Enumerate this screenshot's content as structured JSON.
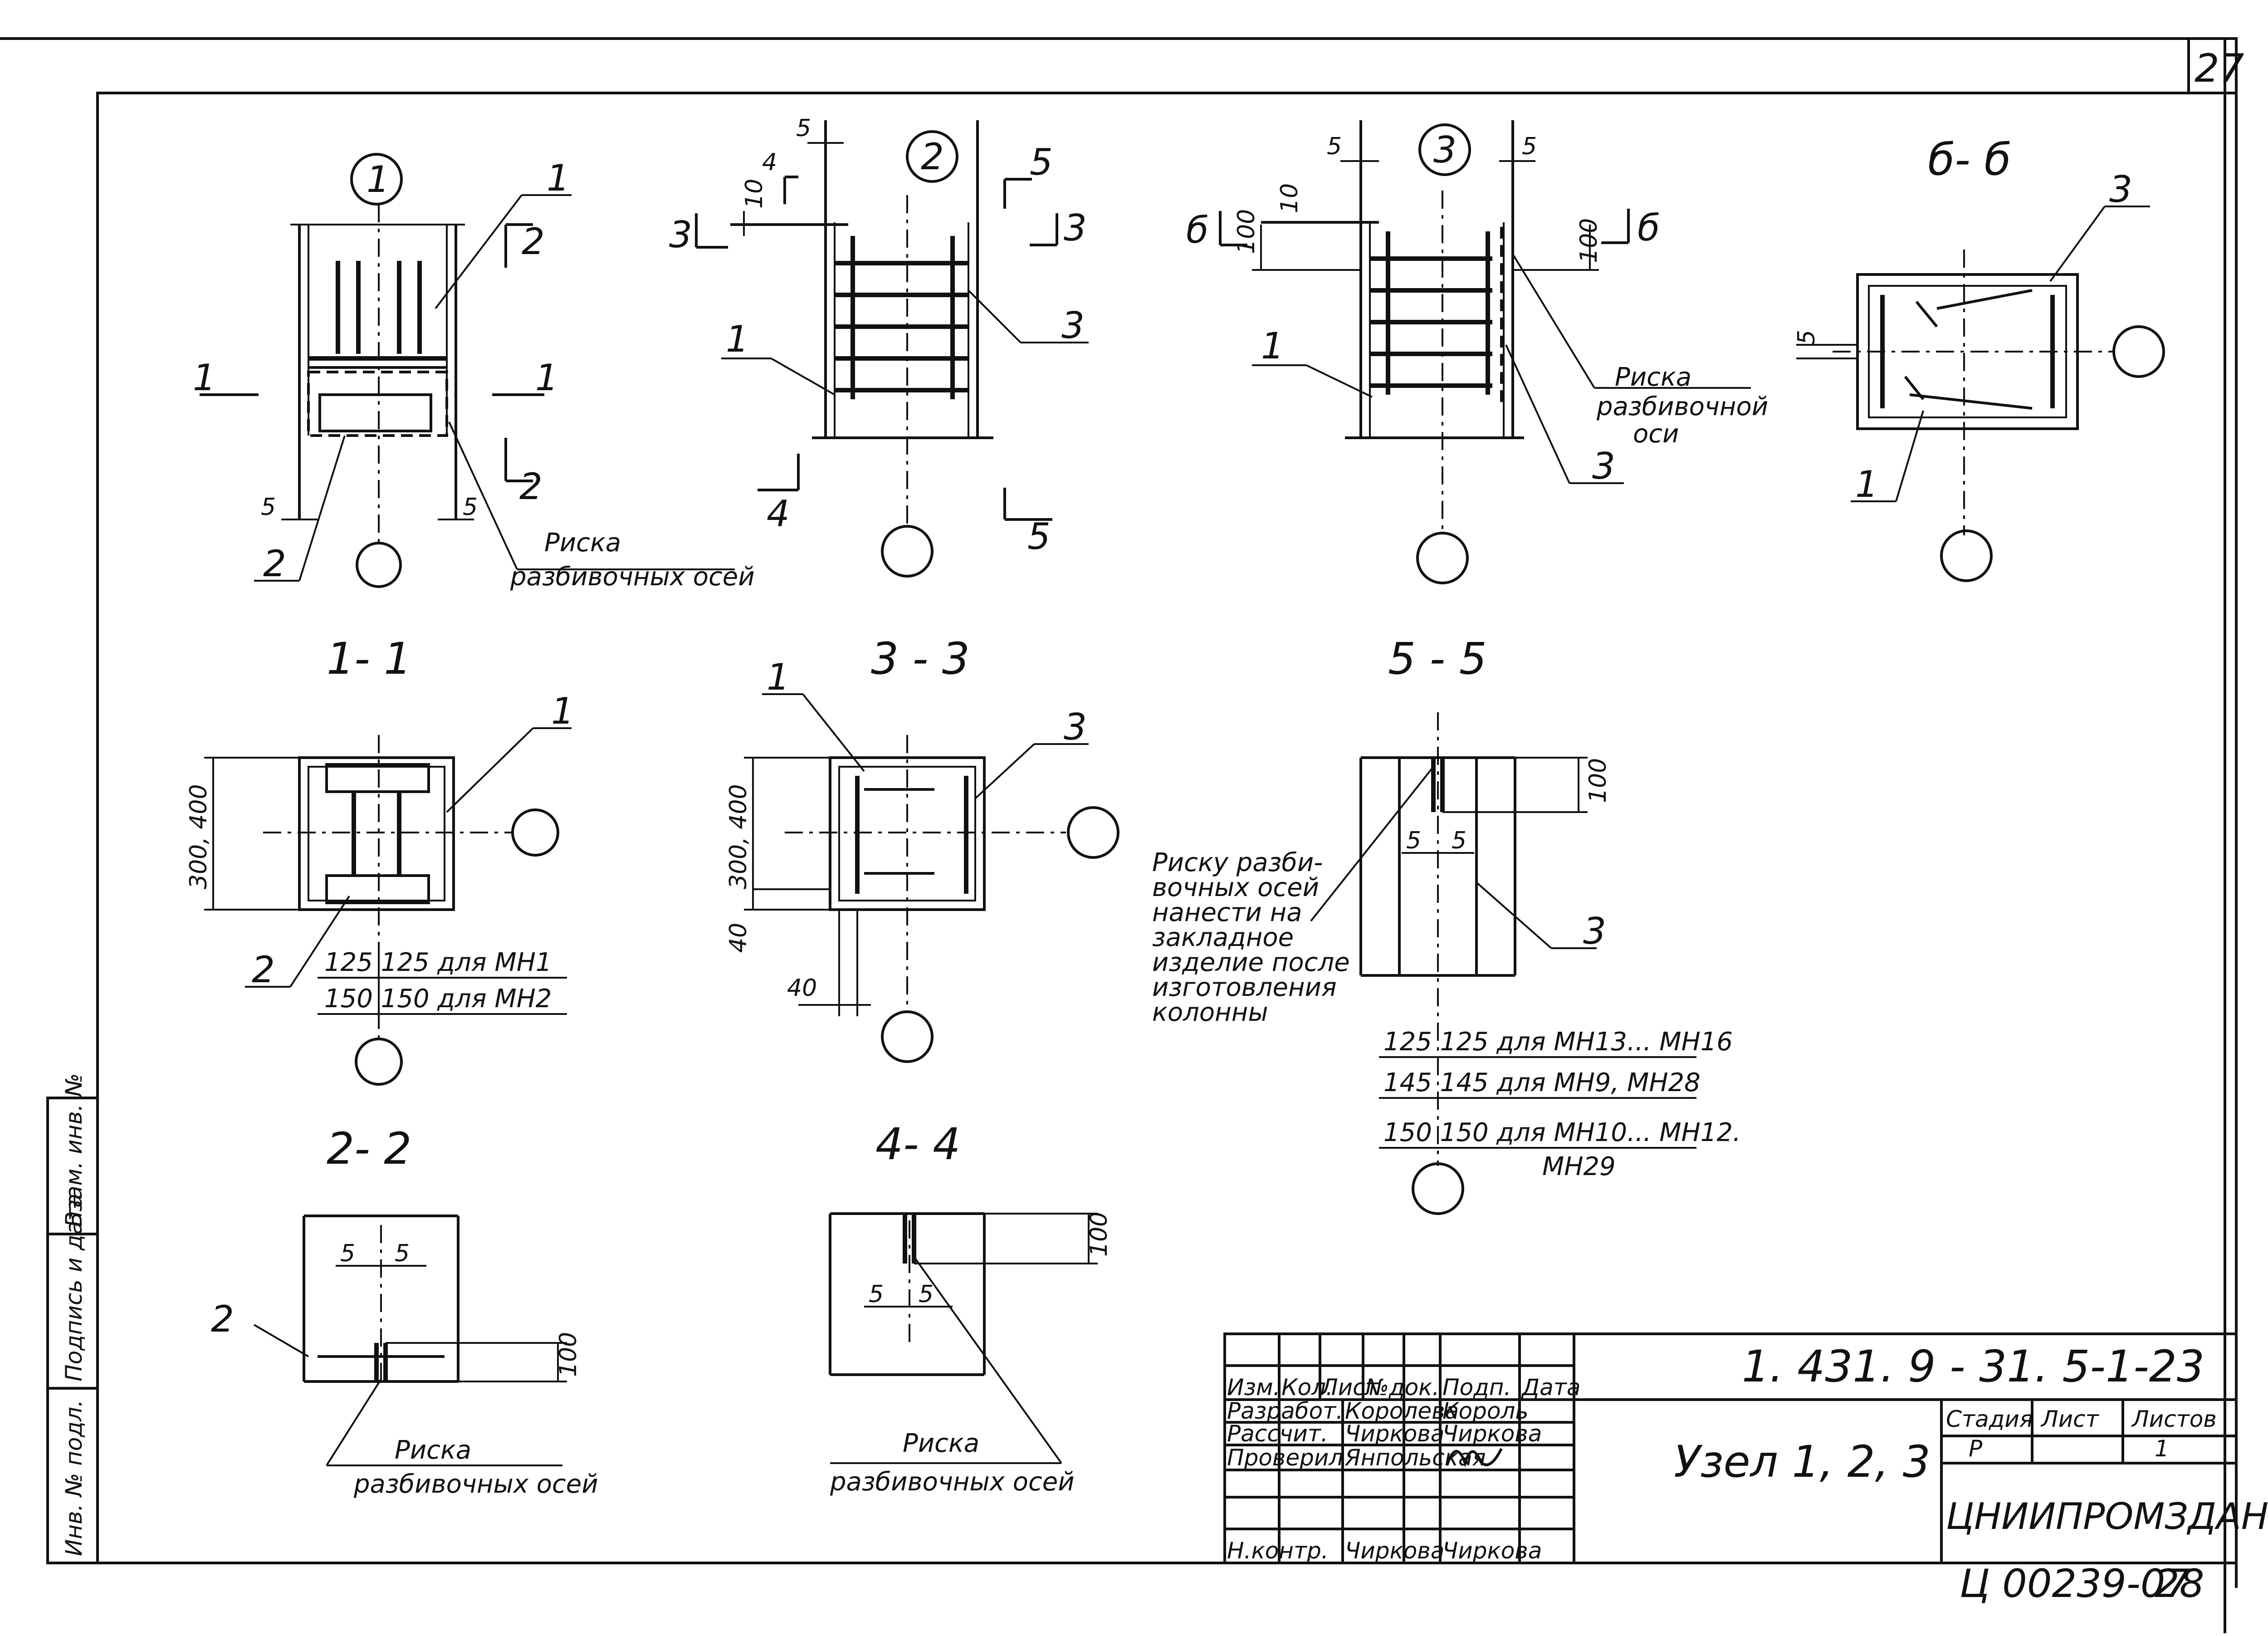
{
  "sheet": {
    "page_number": "27",
    "stamp_code": "Ц 00239-07",
    "stamp_number": "28"
  },
  "views": {
    "v1": {
      "number": "1",
      "label_1": "1",
      "label_2": "2",
      "label_5": "5",
      "risk_line1": "Риска",
      "risk_line2": "разбивочных осей",
      "cut_1": "1",
      "cut_2": "2"
    },
    "v2": {
      "number": "2",
      "label_1": "1",
      "label_3": "3",
      "dim_5": "5",
      "dim_4": "4",
      "dim_10": "10",
      "cut_3": "3",
      "cut_4": "4",
      "cut_5": "5"
    },
    "v3": {
      "number": "3",
      "label_1": "1",
      "label_3": "3",
      "dim_5": "5",
      "dim_10": "10",
      "dim_100": "100",
      "cut_6": "б",
      "risk_line1": "Риска",
      "risk_line2": "разбивочной",
      "risk_line3": "оси"
    },
    "v66": {
      "title": "б- б",
      "label_3": "3",
      "label_1": "1",
      "dim_5": "5"
    },
    "v11": {
      "title": "1- 1",
      "label_1": "1",
      "label_2": "2",
      "dim_size": "300, 400",
      "row1": "125 125  для  МН1",
      "row2": "150 150  для  МН2"
    },
    "v33": {
      "title": "3 - 3",
      "label_1": "1",
      "label_3": "3",
      "dim_size": "300, 400",
      "dim_40a": "40",
      "dim_40b": "40"
    },
    "v55": {
      "title": "5 - 5",
      "label_3": "3",
      "dim_100": "100",
      "dim_5a": "5",
      "dim_5b": "5",
      "note": [
        "Риску разби-",
        "вочных осей",
        "нанести  на",
        "закладное",
        "изделие после",
        "изготовления",
        "колонны"
      ],
      "row1": "125 125  для  МН13... МН16",
      "row2": "145 145  для  МН9,  МН28",
      "row3": "150 150  для  МН10... МН12.",
      "row3b": "МН29"
    },
    "v22": {
      "title": "2-  2",
      "label_2": "2",
      "dim_5a": "5",
      "dim_5b": "5",
      "dim_100": "100",
      "risk_line1": "Риска",
      "risk_line2": "разбивочных осей"
    },
    "v44": {
      "title": "4-  4",
      "dim_5a": "5",
      "dim_5b": "5",
      "dim_100": "100",
      "risk_line1": "Риска",
      "risk_line2": "разбивочных осей"
    }
  },
  "side_stamp": [
    "Инв. № подл.",
    "Подпись и дата",
    "Взам. инв. №"
  ],
  "title_block": {
    "code": "1. 431. 9 - 31. 5-1-23",
    "name": "Узел 1, 2, 3",
    "org": "ЦНИИПРОМЗДАНИЙ",
    "col_headers": [
      "Изм.",
      "Кол.",
      "Лист",
      "№док.",
      "Подп.",
      "Дата"
    ],
    "rows": [
      {
        "role": "Разработ.",
        "name": "Королева",
        "sign": "Король"
      },
      {
        "role": "Рассчит.",
        "name": "Чиркова",
        "sign": "Чиркова"
      },
      {
        "role": "Проверил",
        "name": "Янпольская",
        "sign": ""
      },
      {
        "role": "",
        "name": "",
        "sign": ""
      },
      {
        "role": "Н.контр.",
        "name": "Чиркова",
        "sign": "Чиркова"
      }
    ],
    "stage_label": "Стадия",
    "sheet_label": "Лист",
    "sheets_label": "Листов",
    "stage_value": "Р",
    "sheets_value": "1"
  }
}
